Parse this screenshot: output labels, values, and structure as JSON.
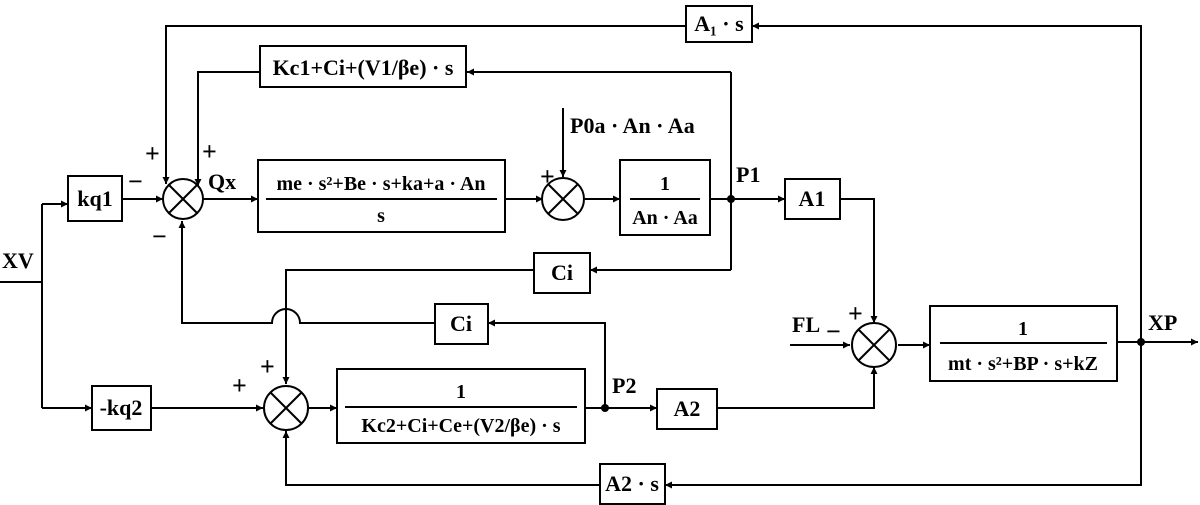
{
  "blocks": {
    "a1s": "A₁ · s",
    "kc1": "Kc1+Ci+(V1/βe) · s",
    "kq1": "kq1",
    "main_num": "me · s²+Be · s+ka+a · An",
    "main_den": "s",
    "anaa_num": "1",
    "anaa_den": "An · Aa",
    "a1": "A1",
    "ci_top": "Ci",
    "ci_bot": "Ci",
    "kq2": "-kq2",
    "kc2_num": "1",
    "kc2_den": "Kc2+Ci+Ce+(V2/βe) · s",
    "a2": "A2",
    "mt_num": "1",
    "mt_den": "mt · s²+BP · s+kZ",
    "a2s": "A2 · s"
  },
  "signals": {
    "xv": "XV",
    "qx": "Qx",
    "p0a": "P0a · An · Aa",
    "p1": "P1",
    "p2": "P2",
    "fl": "FL",
    "xp": "XP"
  },
  "signs": {
    "s1_top_left": "+",
    "s1_top_right": "+",
    "s1_left": "−",
    "s1_bottom": "−",
    "s2_top": "+",
    "s3_top": "+",
    "s3_left": "+",
    "s4_top": "+",
    "s4_left": "−"
  }
}
